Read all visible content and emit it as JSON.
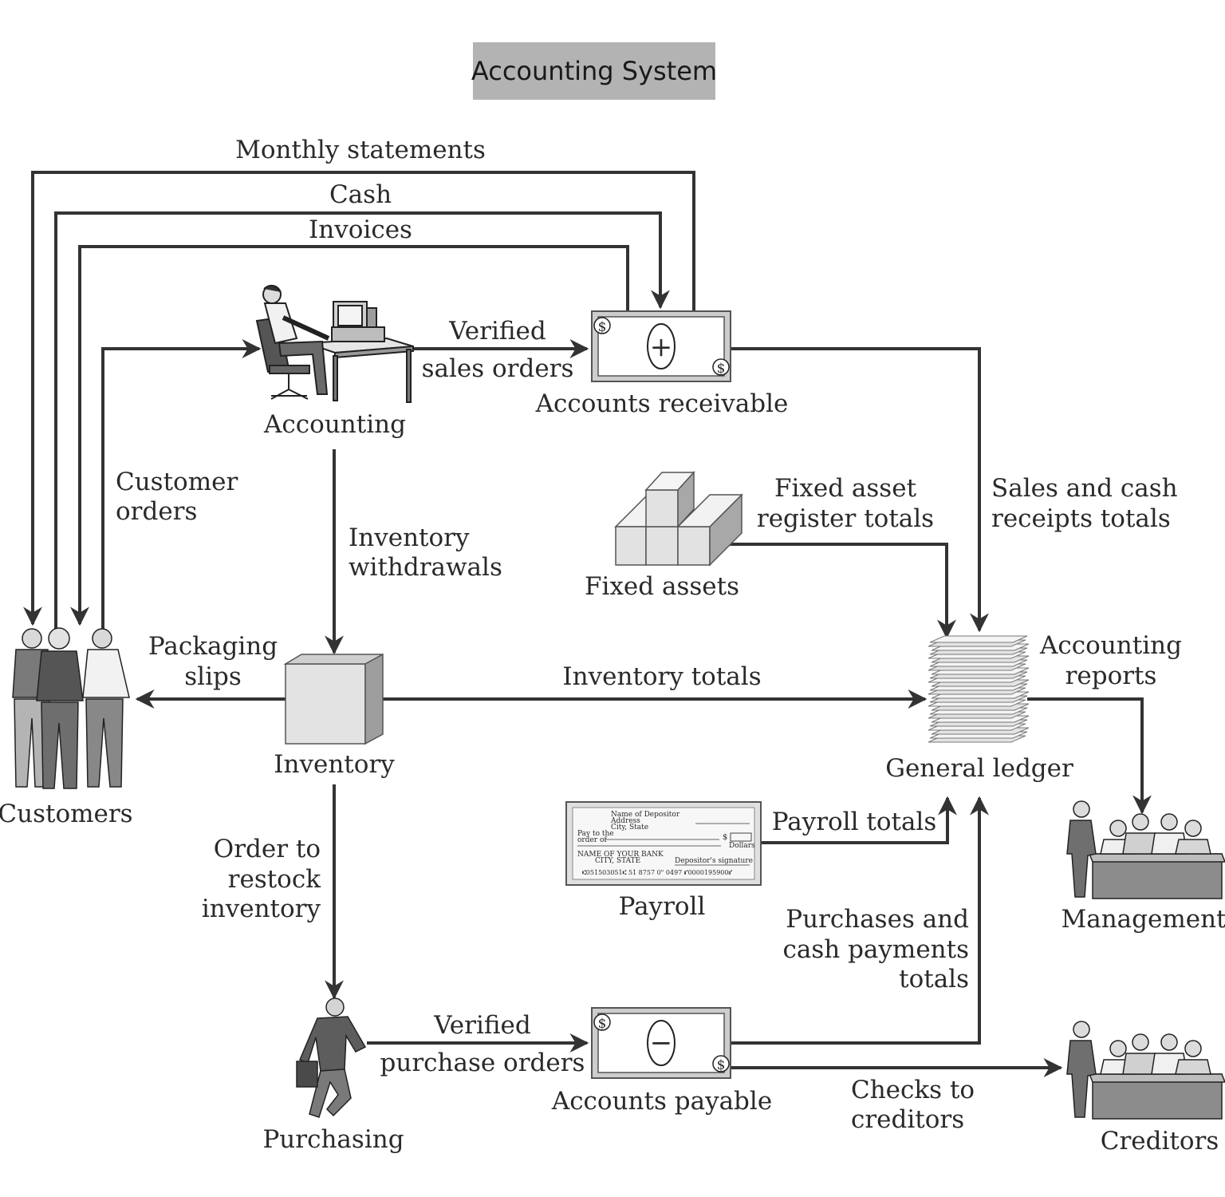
{
  "title": "Accounting System",
  "colors": {
    "line": "#333333",
    "title_bg": "#b3b3b3",
    "figure_fill": "#dcdcdc"
  },
  "nodes": {
    "accounting": "Accounting",
    "accounts_receivable": "Accounts receivable",
    "fixed_assets": "Fixed assets",
    "general_ledger": "General ledger",
    "inventory": "Inventory",
    "customers": "Customers",
    "payroll": "Payroll",
    "management": "Management",
    "purchasing": "Purchasing",
    "accounts_payable": "Accounts payable",
    "creditors": "Creditors"
  },
  "flows": {
    "monthly_statements": "Monthly statements",
    "cash": "Cash",
    "invoices": "Invoices",
    "verified_sales_1": "Verified",
    "verified_sales_2": "sales orders",
    "customer_orders_1": "Customer",
    "customer_orders_2": "orders",
    "inventory_withdrawals_1": "Inventory",
    "inventory_withdrawals_2": "withdrawals",
    "fixed_asset_totals_1": "Fixed asset",
    "fixed_asset_totals_2": "register totals",
    "sales_cash_1": "Sales and cash",
    "sales_cash_2": "receipts totals",
    "packaging_1": "Packaging",
    "packaging_2": "slips",
    "inventory_totals": "Inventory totals",
    "accounting_reports_1": "Accounting",
    "accounting_reports_2": "reports",
    "payroll_totals": "Payroll totals",
    "restock_1": "Order to",
    "restock_2": "restock",
    "restock_3": "inventory",
    "purchases_1": "Purchases and",
    "purchases_2": "cash payments",
    "purchases_3": "totals",
    "verified_purchase_1": "Verified",
    "verified_purchase_2": "purchase orders",
    "checks_1": "Checks to",
    "checks_2": "creditors"
  },
  "check": {
    "depositor": "Name of Depositor",
    "address": "Address",
    "city": "City, State",
    "pay_to": "Pay to the",
    "order_of": "order of",
    "dollar_sign": "$",
    "dollars": "Dollars",
    "bank": "NAME OF YOUR BANK",
    "bank_city": "CITY, STATE",
    "signature": "Depositor's signature",
    "micr": "⑆051503051⑆  51  8757 0\"    0497       ⑈0000195900⑈"
  },
  "symbols": {
    "plus": "+",
    "minus": "−",
    "dollar": "$"
  }
}
